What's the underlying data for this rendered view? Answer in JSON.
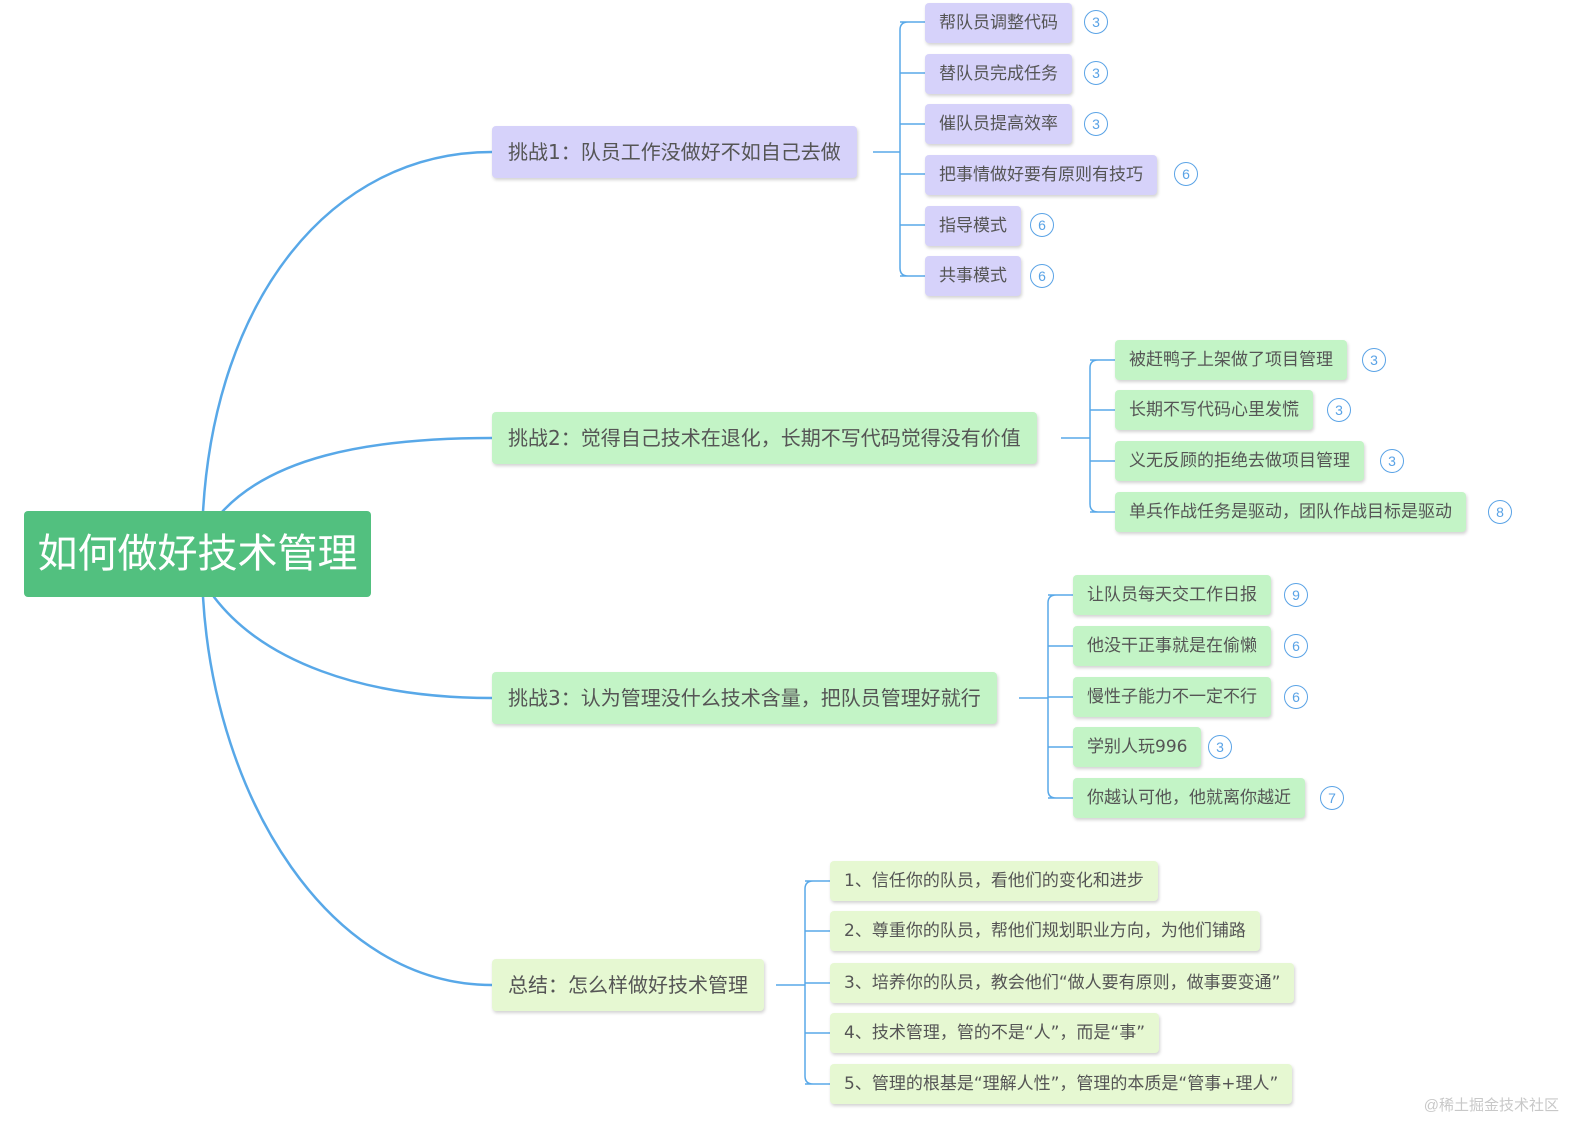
{
  "colors": {
    "line": "#58a8e8",
    "root": "#52c07f",
    "purple": "#d6d2fa",
    "green": "#c3f4c6",
    "pale": "#e6f8d2",
    "badge": "#5aa3e6"
  },
  "root": {
    "text": "如何做好技术管理"
  },
  "branches": [
    {
      "text": "挑战1：队员工作没做好不如自己去做",
      "children": [
        {
          "text": "帮队员调整代码",
          "count": "3"
        },
        {
          "text": "替队员完成任务",
          "count": "3"
        },
        {
          "text": "催队员提高效率",
          "count": "3"
        },
        {
          "text": "把事情做好要有原则有技巧",
          "count": "6"
        },
        {
          "text": "指导模式",
          "count": "6"
        },
        {
          "text": "共事模式",
          "count": "6"
        }
      ]
    },
    {
      "text": "挑战2：觉得自己技术在退化，长期不写代码觉得没有价值",
      "children": [
        {
          "text": "被赶鸭子上架做了项目管理",
          "count": "3"
        },
        {
          "text": "长期不写代码心里发慌",
          "count": "3"
        },
        {
          "text": "义无反顾的拒绝去做项目管理",
          "count": "3"
        },
        {
          "text": "单兵作战任务是驱动，团队作战目标是驱动",
          "count": "8"
        }
      ]
    },
    {
      "text": "挑战3：认为管理没什么技术含量，把队员管理好就行",
      "children": [
        {
          "text": "让队员每天交工作日报",
          "count": "9"
        },
        {
          "text": "他没干正事就是在偷懒",
          "count": "6"
        },
        {
          "text": "慢性子能力不一定不行",
          "count": "6"
        },
        {
          "text": "学别人玩996",
          "count": "3"
        },
        {
          "text": "你越认可他，他就离你越近",
          "count": "7"
        }
      ]
    },
    {
      "text": "总结：怎么样做好技术管理",
      "children": [
        {
          "text": "1、信任你的队员，看他们的变化和进步"
        },
        {
          "text": "2、尊重你的队员，帮他们规划职业方向，为他们铺路"
        },
        {
          "text": "3、培养你的队员，教会他们“做人要有原则，做事要变通”"
        },
        {
          "text": "4、技术管理，管的不是“人”，而是“事”"
        },
        {
          "text": "5、管理的根基是“理解人性”，管理的本质是“管事+理人”"
        }
      ]
    }
  ],
  "watermark": "@稀土掘金技术社区"
}
